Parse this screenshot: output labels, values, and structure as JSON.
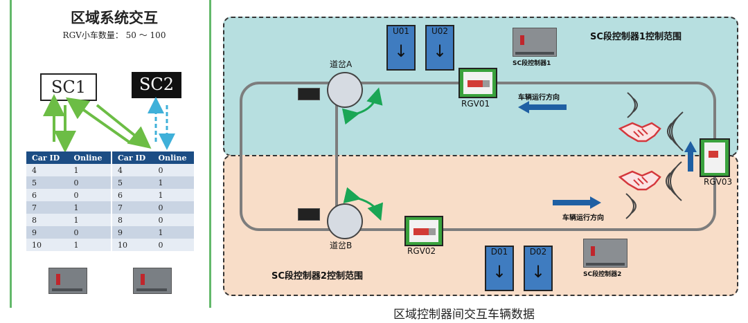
{
  "left": {
    "title": "区域系统交互",
    "subtitle": "RGV小车数量： 50 ～ 100",
    "sc1": "SC1",
    "sc2": "SC2",
    "table_headers": [
      "Car ID",
      "Online"
    ],
    "table1": [
      [
        "4",
        "1"
      ],
      [
        "5",
        "0"
      ],
      [
        "6",
        "0"
      ],
      [
        "7",
        "1"
      ],
      [
        "8",
        "1"
      ],
      [
        "9",
        "0"
      ],
      [
        "10",
        "1"
      ]
    ],
    "table2": [
      [
        "4",
        "0"
      ],
      [
        "5",
        "1"
      ],
      [
        "6",
        "1"
      ],
      [
        "7",
        "0"
      ],
      [
        "8",
        "0"
      ],
      [
        "9",
        "1"
      ],
      [
        "10",
        "0"
      ]
    ]
  },
  "diagram": {
    "zone1_label": "SC段控制器1控制范围",
    "zone2_label": "SC段控制器2控制范围",
    "switch_a": "道岔A",
    "switch_b": "道岔B",
    "u01": "U01",
    "u02": "U02",
    "d01": "D01",
    "d02": "D02",
    "rgv01": "RGV01",
    "rgv02": "RGV02",
    "rgv03": "RGV03",
    "ctrl1": "SC段控制器1",
    "ctrl2": "SC段控制器2",
    "dir1": "车辆运行方向",
    "dir2": "车辆运行方向",
    "down_arrow": "↓"
  },
  "caption": "区域控制器间交互车辆数据",
  "colors": {
    "zone1": "#b7dfe0",
    "zone2": "#f8ddc8",
    "green_arrow": "#6cbd45",
    "blue_arrow": "#1f5fa3",
    "cyan_dashed": "#3fb0d9",
    "header": "#1c4d84"
  }
}
